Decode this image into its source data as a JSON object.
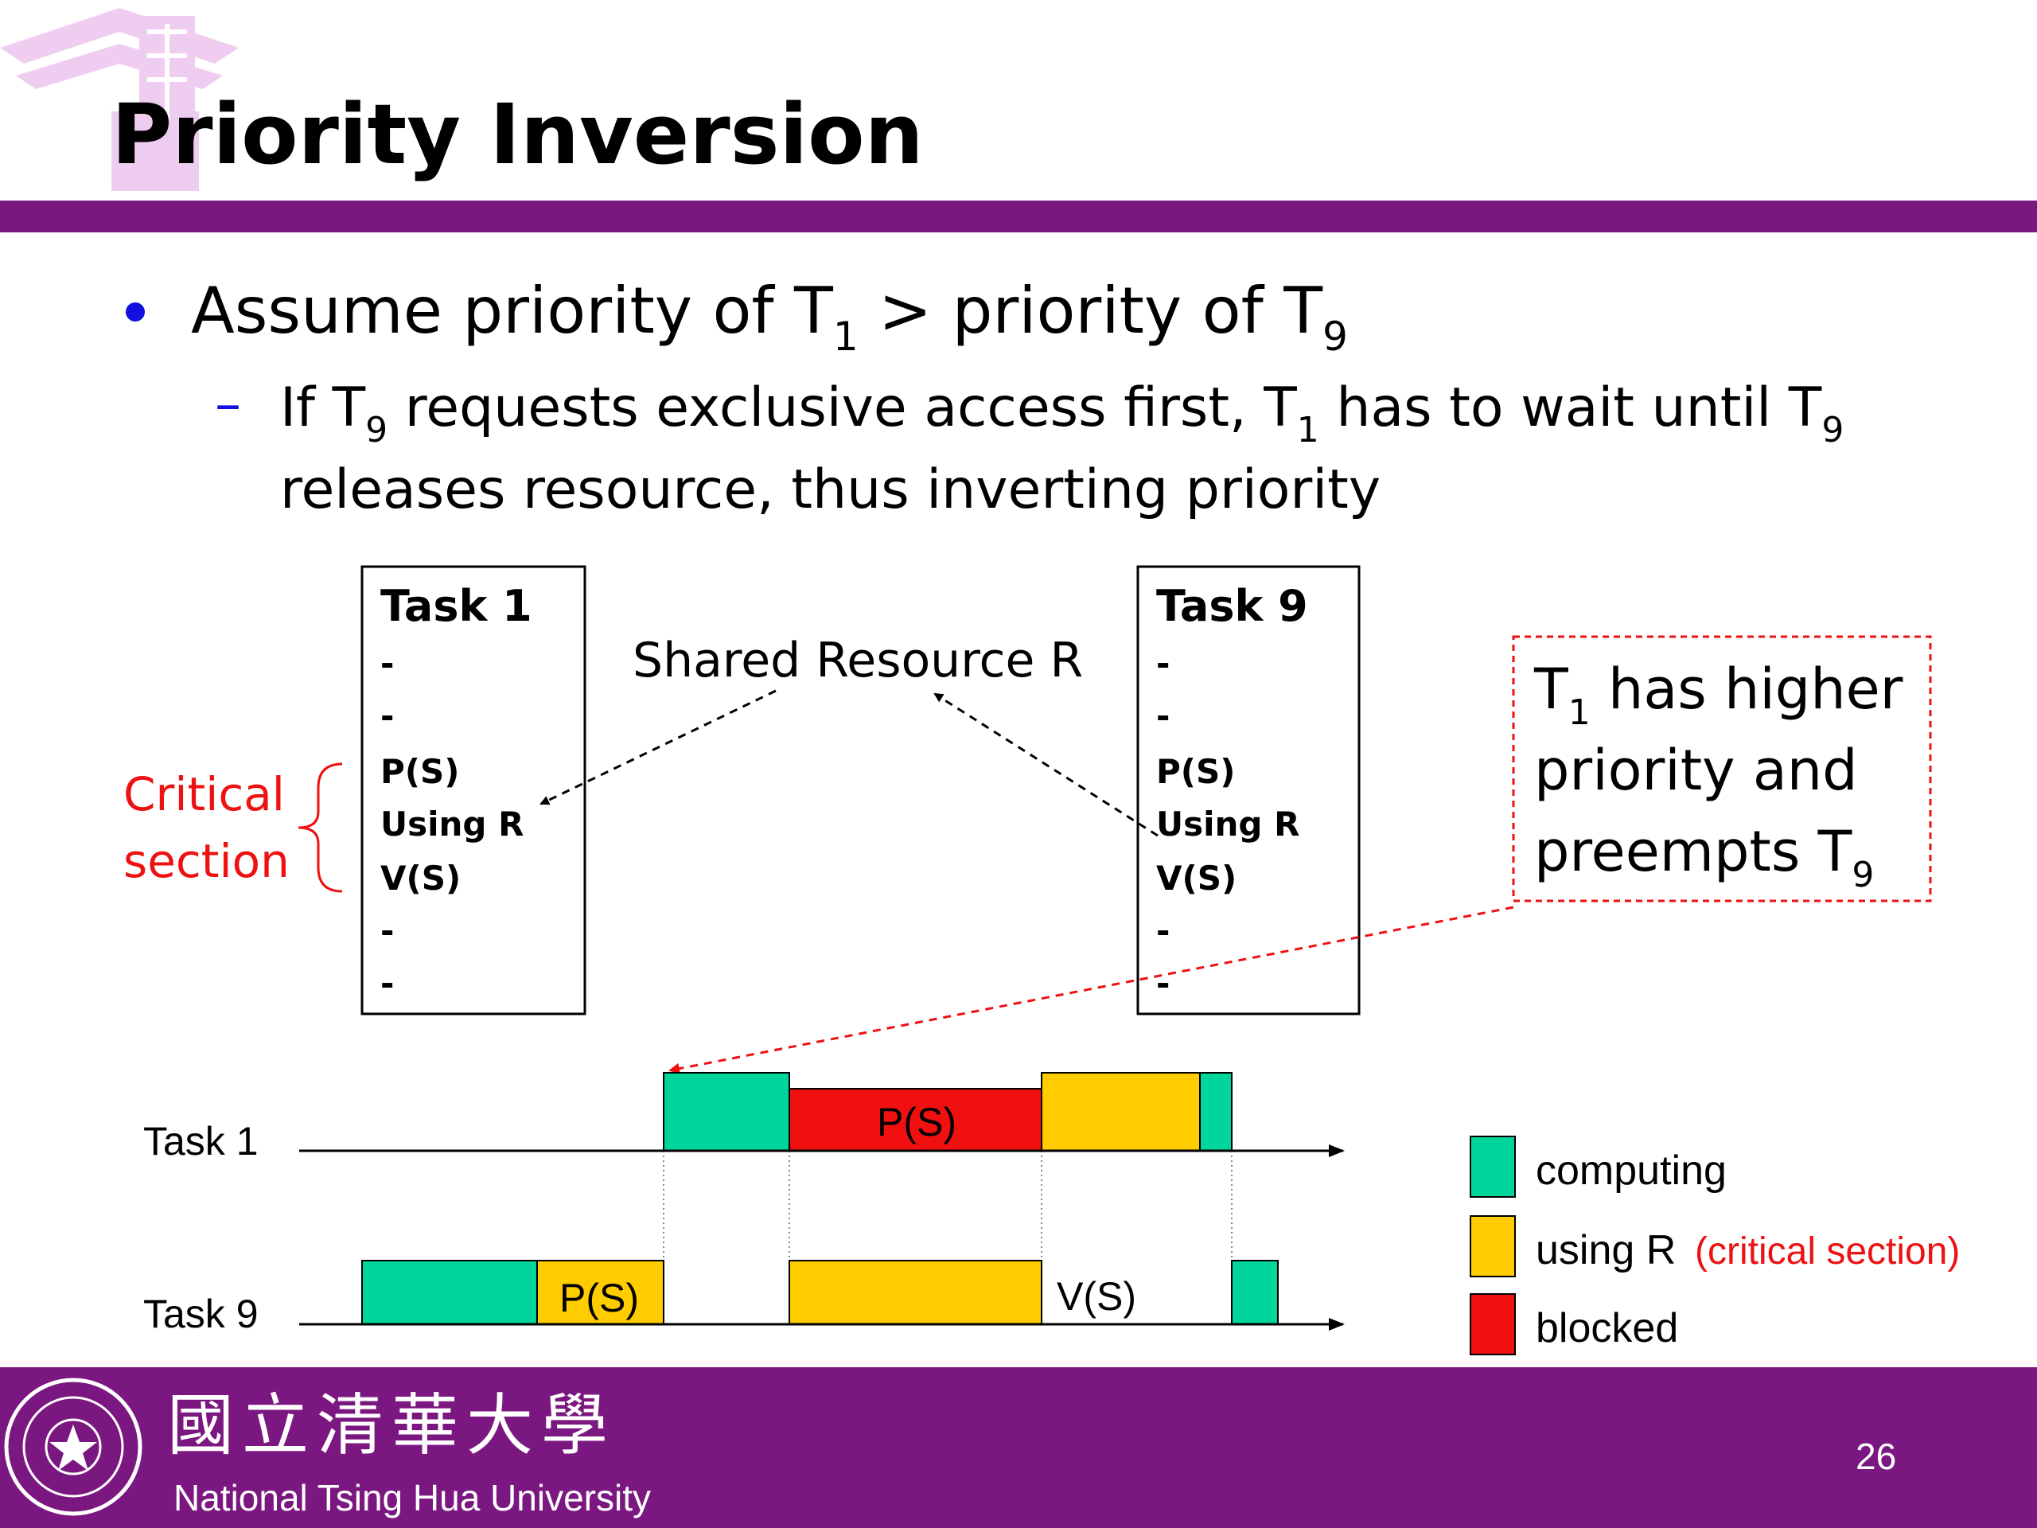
{
  "slide": {
    "title": "Priority Inversion",
    "page_number": "26",
    "colors": {
      "accent": "#7B1780",
      "bullet": "#1010E0",
      "red_text": "#EE1111",
      "computing": "#00D69B",
      "using_r": "#FFCC00",
      "blocked": "#F01010"
    }
  },
  "bullet1": {
    "prefix": "Assume priority of T",
    "sub_a": "1",
    "middle": " > priority of T",
    "sub_b": "9"
  },
  "bullet2": {
    "dash": "–",
    "t1": "If T",
    "sub1": "9",
    "t2": " requests exclusive access first, T",
    "sub2": "1",
    "t3": " has to wait until T",
    "sub3": "9",
    "line2": "releases resource, thus inverting priority"
  },
  "diagram": {
    "task1_box": {
      "title": "Task 1",
      "lines": [
        "-",
        "-",
        "P(S)",
        "Using R",
        "V(S)",
        "-",
        "-"
      ]
    },
    "task9_box": {
      "title": "Task 9",
      "lines": [
        "-",
        "-",
        "P(S)",
        "Using R",
        "V(S)",
        "-",
        "-"
      ]
    },
    "shared_resource": "Shared Resource R",
    "critical_section": [
      "Critical",
      "section"
    ],
    "note": {
      "line1_prefix": "T",
      "line1_sub": "1",
      "line1_suffix": " has higher",
      "line2": "priority and",
      "line3_prefix": "preempts T",
      "line3_sub": "9"
    }
  },
  "timeline": {
    "task1_label": "Task 1",
    "task9_label": "Task 9",
    "task1_ps": "P(S)",
    "task9_ps": "P(S)",
    "task9_vs": "V(S)"
  },
  "legend": {
    "computing": "computing",
    "using_r": "using R",
    "using_r_note": "(critical section)",
    "blocked": "blocked"
  },
  "footer": {
    "chinese_name": "國立清華大學",
    "english_name": "National Tsing Hua University"
  }
}
